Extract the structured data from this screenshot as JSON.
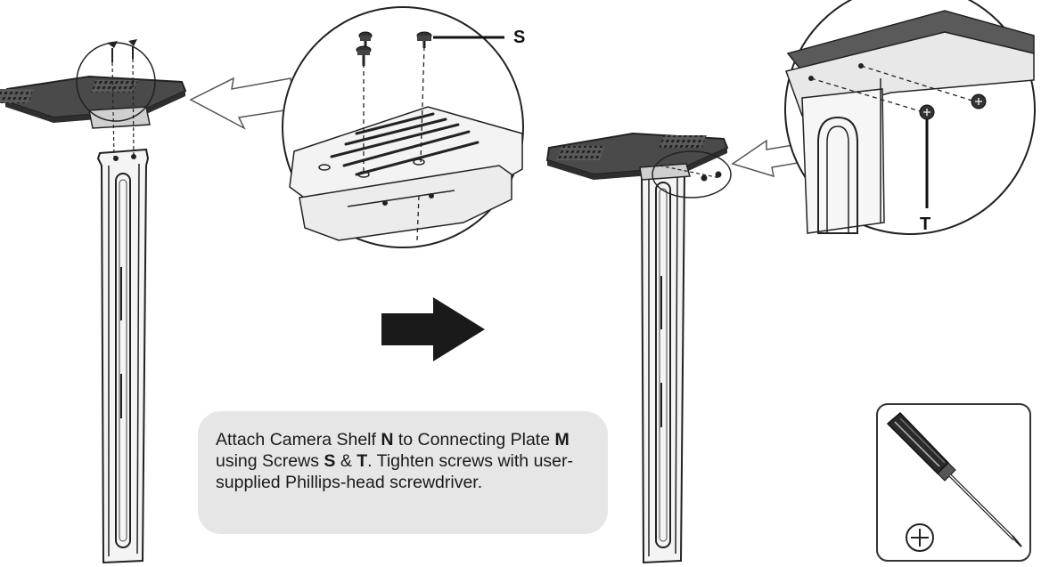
{
  "callouts": {
    "screw_s": "S",
    "screw_t": "T"
  },
  "instruction": {
    "t1": "Attach Camera Shelf ",
    "shelf_label": "N",
    "t2": " to Connecting Plate ",
    "plate_label": "M",
    "t3": " using Screws ",
    "screw_s_label": "S",
    "t4": " & ",
    "screw_t_label": "T",
    "t5": ". Tighten screws with user-supplied Phillips-head screwdriver."
  },
  "icons": {
    "screwdriver": "phillips-screwdriver-icon",
    "phillips_symbol": "phillips-head-symbol-icon",
    "step_arrow": "right-arrow-icon"
  },
  "colors": {
    "line": "#222222",
    "metal_fill": "#f2f2f2",
    "shelf_dark": "#3a3a3a",
    "box_fill": "#e6e6e6"
  }
}
